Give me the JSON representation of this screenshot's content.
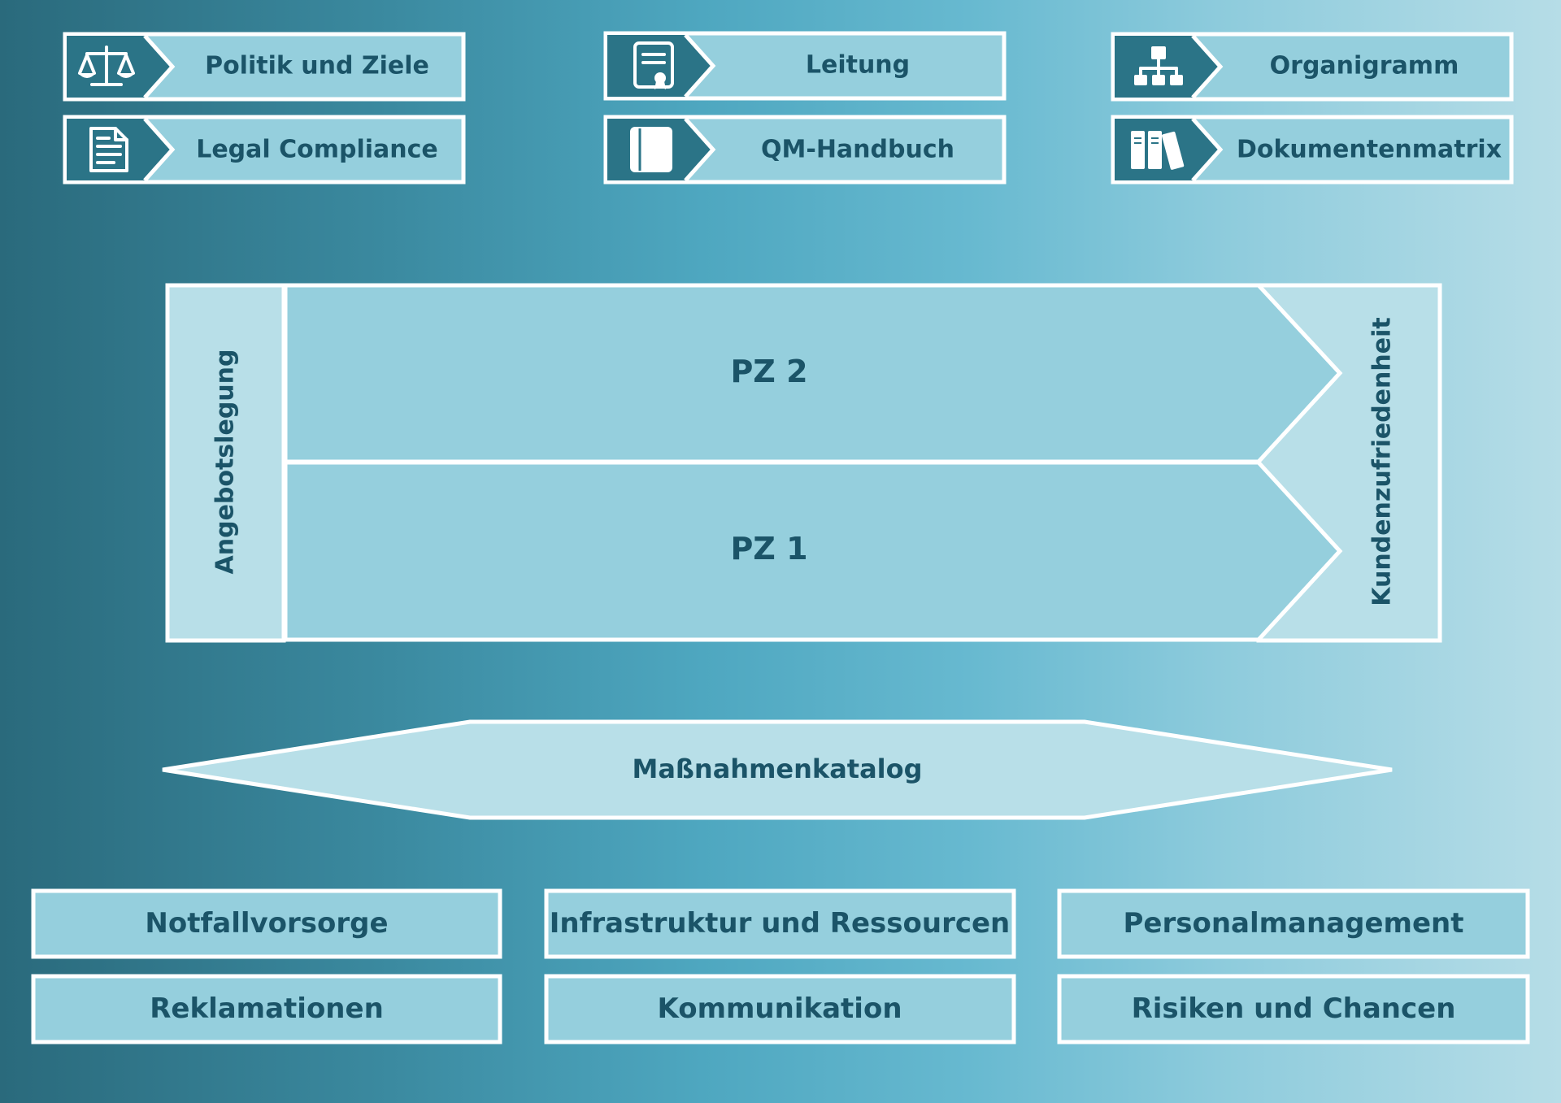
{
  "top_buttons": [
    {
      "label": "Politik und Ziele",
      "icon": "scales-icon"
    },
    {
      "label": "Leitung",
      "icon": "certificate-icon"
    },
    {
      "label": "Organigramm",
      "icon": "org-chart-icon"
    },
    {
      "label": "Legal Compliance",
      "icon": "document-icon"
    },
    {
      "label": "QM-Handbuch",
      "icon": "book-icon"
    },
    {
      "label": "Dokumentenmatrix",
      "icon": "binders-icon"
    }
  ],
  "process": {
    "left_label": "Angebotslegung",
    "right_label": "Kundenzufriedenheit",
    "rows": [
      "PZ 2",
      "PZ 1"
    ]
  },
  "catalog": {
    "label": "Maßnahmenkatalog"
  },
  "bottom_boxes": [
    "Notfallvorsorge",
    "Infrastruktur und Ressourcen",
    "Personalmanagement",
    "Reklamationen",
    "Kommunikation",
    "Risiken und Chancen"
  ],
  "colors": {
    "box_fill": "#95cfdd",
    "light_fill": "#b8dfe8",
    "text": "#1b5468",
    "icon_tile": "#2b7487",
    "border": "#ffffff"
  }
}
